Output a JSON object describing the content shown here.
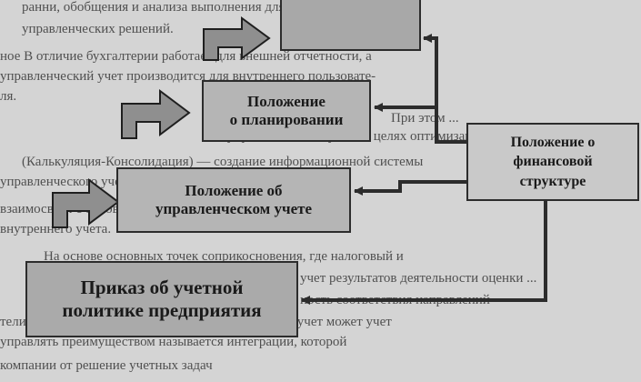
{
  "boxes": {
    "planning": [
      "Положение",
      "о планировании"
    ],
    "financial": [
      "Положение о",
      "финансовой",
      "структуре"
    ],
    "management": [
      "Положение об",
      "управленческом учете"
    ],
    "order": [
      "Приказ об учетной",
      "политике предприятия"
    ]
  },
  "background_text": [
    "ранни, обобщения и анализа выполнения для контроля и принятия",
    "управленческих решений.",
    "ное В отличие бухгалтерии работает для внешней отчетности, а",
    "управленческий учет производится для внутреннего пользовате-",
    "ля.",
    "При этом ...",
    "управленческого учета в целях оптимизации",
    "(Калькуляция-Консолидация) — создание информационной системы",
    "управленческого учета.",
    "взаимосвязи с основными,",
    "внутреннего учета.",
    "На основе основных точек соприкосновения, где налоговый и",
    "учет результатов деятельности оценки ...",
    "ность соответствия направлений",
    "тели из домашних. Кроме этого, интегрированный учет может учет",
    "управлять преимуществом называется интеграции, которой",
    "компании от решение учетных задач"
  ]
}
